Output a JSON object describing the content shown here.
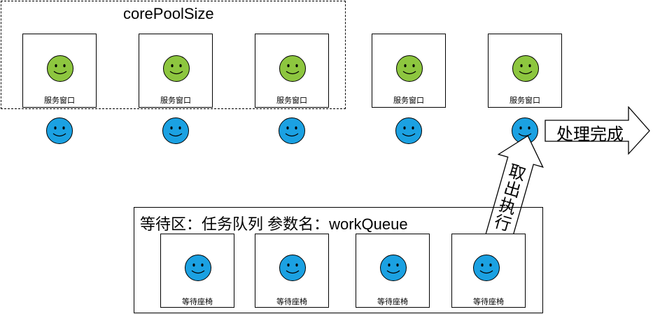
{
  "pool": {
    "label": "corePoolSize"
  },
  "windows": [
    {
      "label": "服务窗口",
      "face": "green-smiley"
    },
    {
      "label": "服务窗口",
      "face": "green-smiley"
    },
    {
      "label": "服务窗口",
      "face": "green-smiley"
    },
    {
      "label": "服务窗口",
      "face": "green-smiley"
    },
    {
      "label": "服务窗口",
      "face": "green-smiley"
    }
  ],
  "workers": [
    "blue-smiley",
    "blue-smiley",
    "blue-smiley",
    "blue-smiley",
    "blue-smiley"
  ],
  "done_arrow": {
    "label": "处理完成"
  },
  "take_arrow": {
    "chars": [
      "取",
      "出",
      "执",
      "行"
    ]
  },
  "queue": {
    "label": "等待区：任务队列 参数名：workQueue",
    "seats": [
      {
        "label": "等待座椅",
        "face": "blue-smiley"
      },
      {
        "label": "等待座椅",
        "face": "blue-smiley"
      },
      {
        "label": "等待座椅",
        "face": "blue-smiley"
      },
      {
        "label": "等待座椅",
        "face": "blue-smiley"
      }
    ]
  },
  "colors": {
    "green_face": "#8dc63f",
    "blue_face": "#1ba1e2",
    "outline": "#000000"
  }
}
